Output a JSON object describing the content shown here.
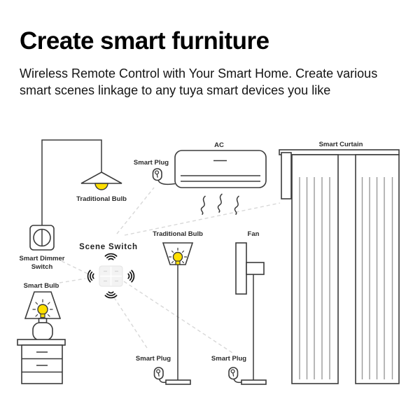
{
  "header": {
    "title": "Create smart furniture",
    "subtitle_line1": "Wireless Remote Control with Your Smart Home. Create various",
    "subtitle_line2": "smart scenes linkage to any tuya smart devices you like"
  },
  "diagram": {
    "labels": {
      "pendant_bulb": "Traditional Bulb",
      "dimmer_line1": "Smart Dimmer",
      "dimmer_line2": "Switch",
      "scene_switch": "Scene Switch",
      "smart_bulb": "Smart Bulb",
      "ac": "AC",
      "ac_plug": "Smart Plug",
      "curtain": "Smart Curtain",
      "fan": "Fan",
      "floor_lamp_bulb": "Traditional Bulb",
      "lamp_plug": "Smart Plug",
      "fan_plug": "Smart Plug"
    },
    "colors": {
      "stroke": "#3b3b3b",
      "bulb_yellow": "#ffdf00",
      "dashed_line": "#d8d8d8",
      "switch_fill": "#f3f3f3"
    }
  }
}
